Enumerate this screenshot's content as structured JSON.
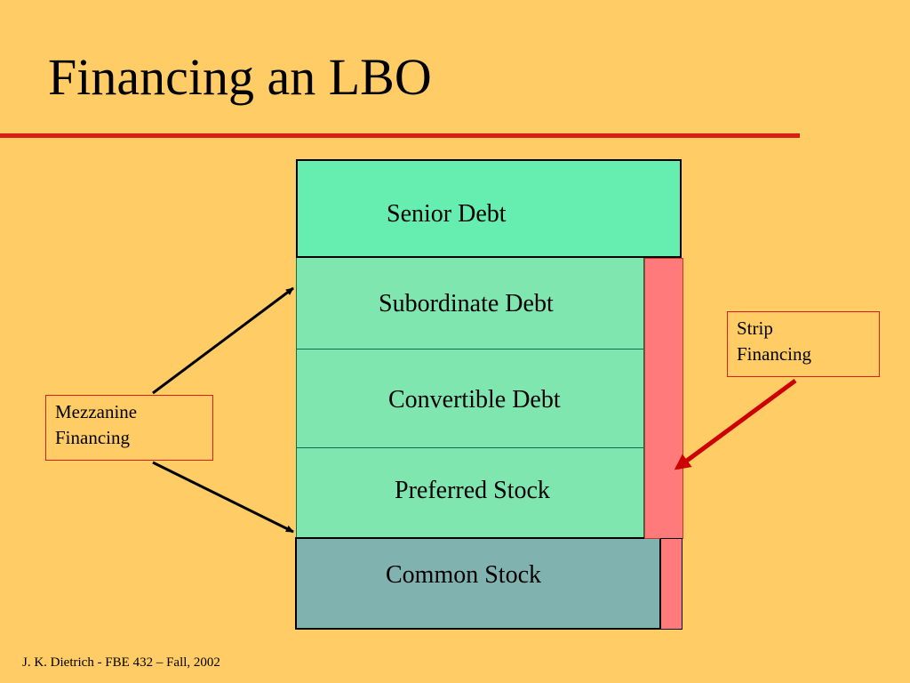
{
  "slide": {
    "title": "Financing an LBO",
    "footer": "J. K. Dietrich - FBE 432 – Fall, 2002"
  },
  "layers": {
    "senior_debt": "Senior Debt",
    "subordinate_debt": "Subordinate Debt",
    "convertible_debt": "Convertible Debt",
    "preferred_stock": "Preferred Stock",
    "common_stock": "Common Stock"
  },
  "callouts": {
    "mezzanine": [
      "Mezzanine",
      "Financing"
    ],
    "strip": [
      "Strip",
      "Financing"
    ]
  },
  "colors": {
    "background": "#FFCC66",
    "title_rule": "#D91E18",
    "senior": "#66EEB0",
    "mezzanine_layers": "#80E6B0",
    "common": "#80B3B0",
    "strip_bar": "#FF7A7A"
  }
}
